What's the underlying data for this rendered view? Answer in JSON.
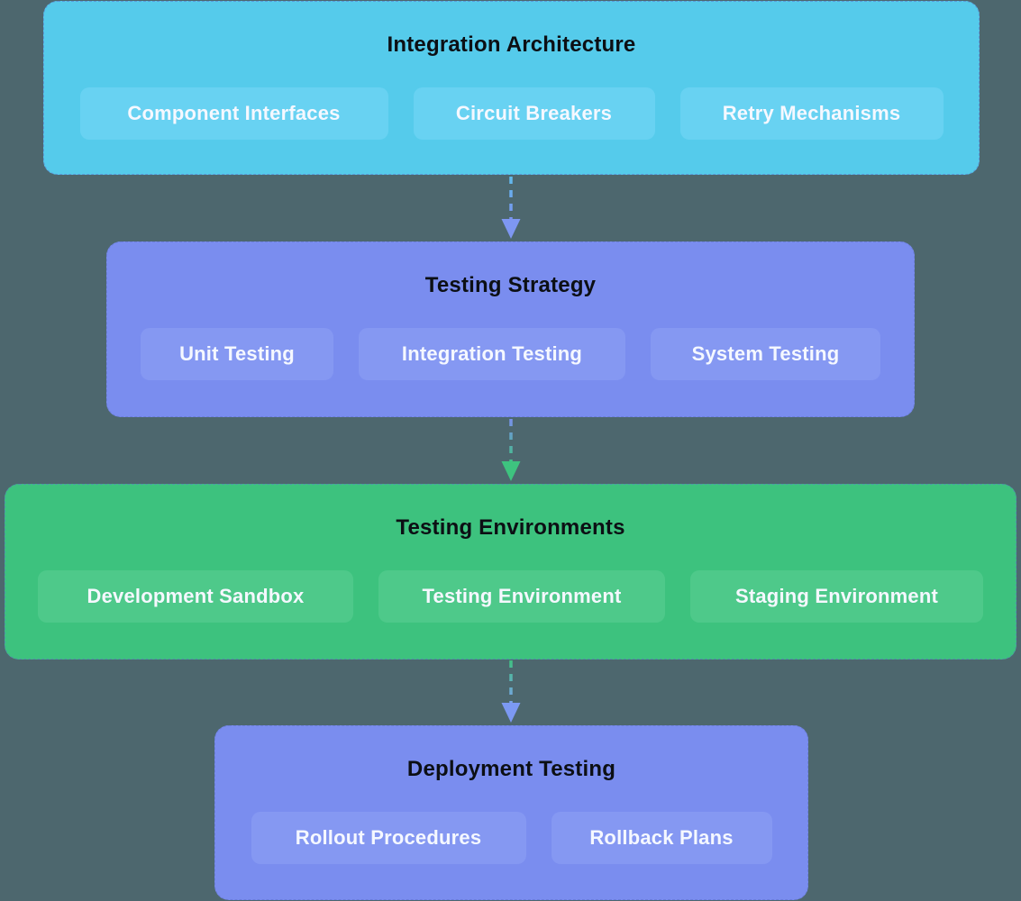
{
  "canvas": {
    "background": "#4D676E"
  },
  "styles": {
    "title_color": "#0C0F14",
    "chip_text_color": "#F5F8FF",
    "box_border_color": "rgba(96,116,205,0.55)"
  },
  "diagram": {
    "nodes": [
      {
        "id": "integration-architecture",
        "title": "Integration Architecture",
        "color": "#55CBEB",
        "chip_color": "#68D2F2",
        "chips": [
          "Component Interfaces",
          "Circuit Breakers",
          "Retry Mechanisms"
        ]
      },
      {
        "id": "testing-strategy",
        "title": "Testing Strategy",
        "color": "#7A8DEF",
        "chip_color": "#8598F2",
        "chips": [
          "Unit Testing",
          "Integration Testing",
          "System Testing"
        ]
      },
      {
        "id": "testing-environments",
        "title": "Testing Environments",
        "color": "#3DC27E",
        "chip_color": "#4EC98A",
        "chips": [
          "Development Sandbox",
          "Testing Environment",
          "Staging Environment"
        ]
      },
      {
        "id": "deployment-testing",
        "title": "Deployment Testing",
        "color": "#7A8DEF",
        "chip_color": "#8598F2",
        "chips": [
          "Rollout Procedures",
          "Rollback Plans"
        ]
      }
    ],
    "connectors": [
      {
        "from": "integration-architecture",
        "to": "testing-strategy",
        "from_color": "#5FBEEC",
        "to_color": "#7B90F0",
        "head_color": "#7E97F2"
      },
      {
        "from": "testing-strategy",
        "to": "testing-environments",
        "from_color": "#7B8EF0",
        "to_color": "#3FC380",
        "head_color": "#3EC37F"
      },
      {
        "from": "testing-environments",
        "to": "deployment-testing",
        "from_color": "#3DC27E",
        "to_color": "#7FA0F4",
        "head_color": "#7C99F3"
      }
    ]
  }
}
